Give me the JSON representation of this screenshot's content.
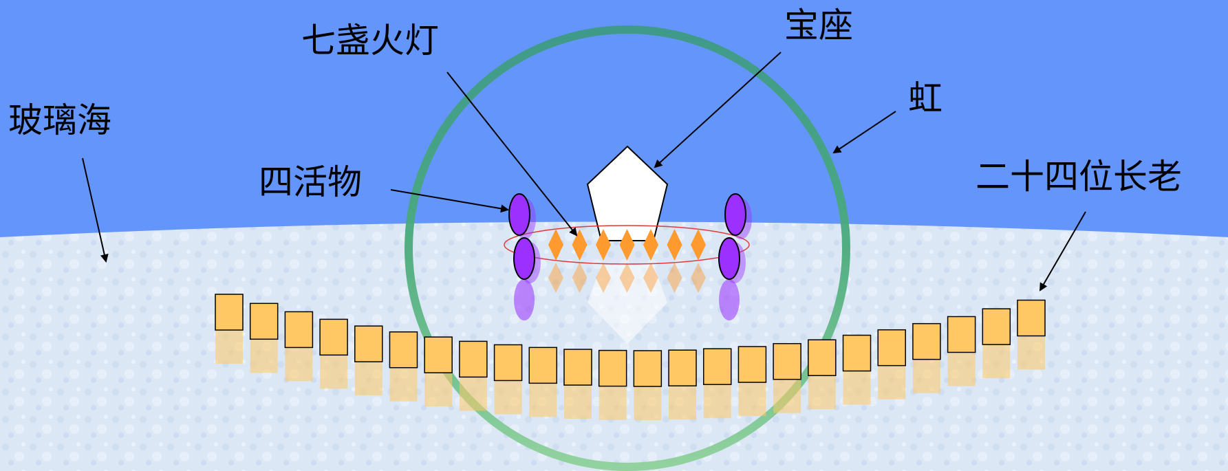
{
  "labels": {
    "glass_sea": "玻璃海",
    "seven_lamps": "七盏火灯",
    "throne": "宝座",
    "rainbow": "虹",
    "four_creatures": "四活物",
    "twenty_four_elders": "二十四位长老"
  },
  "colors": {
    "sky": "#6495fa",
    "sea": "#dbe7f5",
    "sea_fleck": "#c6d8ee",
    "rainbow": "#3e9a84",
    "throne": "#ffffff",
    "lamps": "#ff9a2e",
    "lamp_ring": "#e03a3a",
    "creatures": "#9b30ff",
    "elders": "#ffc864",
    "arrows": "#000000"
  },
  "counts": {
    "elders": 24,
    "lamps": 7,
    "creatures": 4
  }
}
